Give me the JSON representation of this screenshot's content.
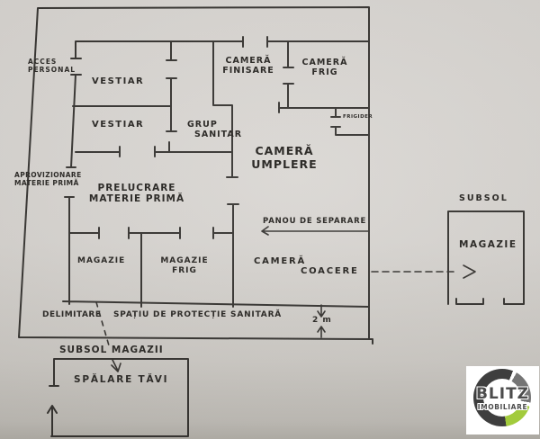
{
  "colors": {
    "paper": "#d7d4d0",
    "ink": "#2e2c29",
    "logo_green": "#a2cb3c",
    "logo_dark": "#3e3e3e",
    "logo_gray": "#757575",
    "logo_bg": "#ffffff"
  },
  "plan": {
    "entrances": {
      "acces_personal": "ACCES\nPERSONAL",
      "aprovizionare": "APROVIZIONARE\nMATERIE PRIMĂ"
    },
    "rooms": {
      "vestiar_1": "VESTIAR",
      "vestiar_2": "VESTIAR",
      "grup_sanitar_line1": "GRUP",
      "grup_sanitar_line2": "SANITAR",
      "camera_finisare": "CAMERĂ\nFINISARE",
      "camera_frig": "CAMERĂ\nFRIG",
      "frigider": "FRIGIDER",
      "camera_umplere": "CAMERĂ\nUMPLERE",
      "prelucrare": "PRELUCRARE\nMATERIE PRIMĂ",
      "magazie": "MAGAZIE",
      "magazie_frig": "MAGAZIE\nFRIG",
      "camera_coacere_line1": "CAMERĂ",
      "camera_coacere_line2": "COACERE"
    },
    "annotations": {
      "panou": "PANOU DE SEPARARE",
      "delimitare": "DELIMITARE",
      "spatiu": "SPAȚIU DE PROTECȚIE SANITARĂ",
      "distance": "2 m"
    },
    "basement": {
      "subsol": "SUBSOL",
      "magazie": "MAGAZIE",
      "subsol_magazii": "SUBSOL MAGAZII",
      "spalare_tavi": "SPĂLARE TĂVI"
    }
  },
  "logo": {
    "title": "BLITZ",
    "subtitle": "IMOBILIARE"
  }
}
